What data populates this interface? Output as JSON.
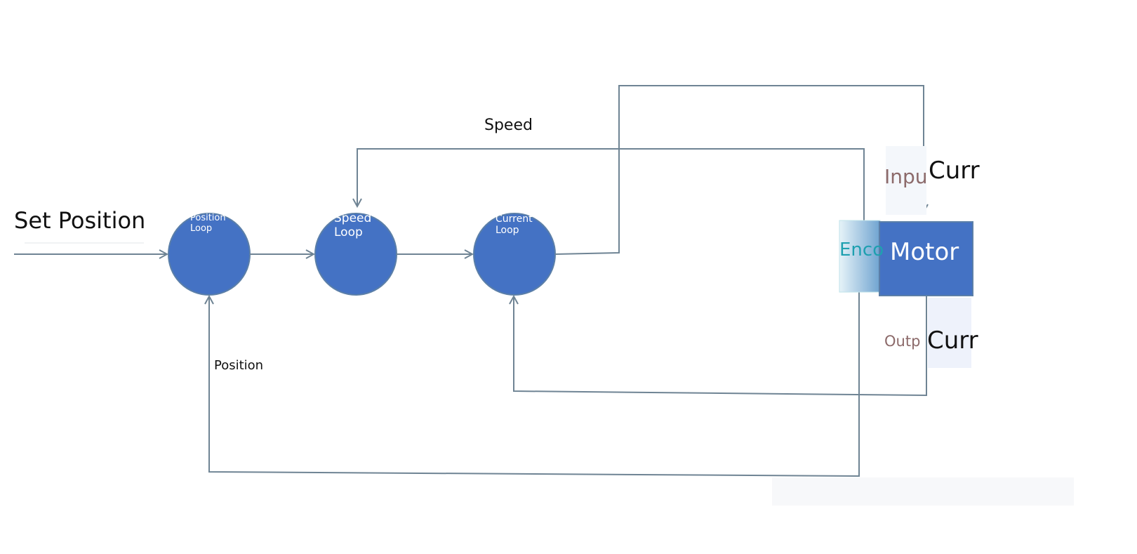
{
  "diagram": {
    "input_label": "Set Position",
    "nodes": {
      "position_loop": "Position\nLoop",
      "speed_loop": "Speed\nLoop",
      "current_loop": "Current\nLoop"
    },
    "feedback": {
      "speed": "Speed",
      "position": "Position"
    },
    "motor": {
      "label": "Motor",
      "input_tag": "Inpu",
      "input_current": "Curr",
      "output_tag": "Outp",
      "output_current": "Curr",
      "encoder_tag": "Enco"
    },
    "colors": {
      "node_fill": "#4472c4",
      "node_stroke": "#5b7fa8",
      "line": "#6f8494",
      "motor_fill": "#4472c4",
      "encoder_tag": "#1fa0b0",
      "side_tags": "#8c6a6a"
    }
  }
}
